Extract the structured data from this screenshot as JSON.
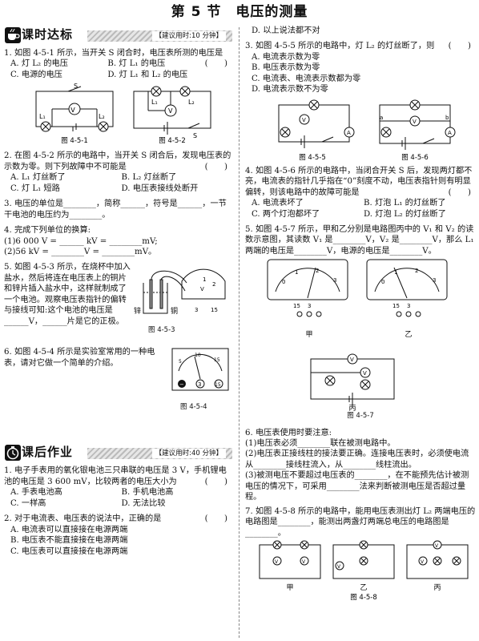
{
  "title": "第 5 节　电压的测量",
  "sec1": {
    "name": "课时达标",
    "time": "【建议用时:10 分钟】"
  },
  "sec2": {
    "name": "课后作业",
    "time": "【建议用时:40 分钟】"
  },
  "q1": {
    "stem": "1. 如图 4-5-1 所示，当开关 S 闭合时，电压表所测的电压是",
    "paren": "(　　)",
    "A": "A. 灯 L₂ 的电压",
    "B": "B. 灯 L₁ 的电压",
    "C": "C. 电源的电压",
    "D": "D. 灯 L₁ 和 L₂ 的电压",
    "fig_a": "图 4-5-1",
    "fig_b": "图 4-5-2"
  },
  "q2": {
    "stem": "2. 在图 4-5-2 所示的电路中，当开关 S 闭合后，发现电压表的示数为零。则下列故障中不可能是",
    "paren": "(　　)",
    "A": "A. L₁ 灯丝断了",
    "B": "B. L₂ 灯丝断了",
    "C": "C. 灯 L₁ 短路",
    "D": "D. 电压表接线处断开"
  },
  "q3": {
    "text": "3. 电压的单位是________，简称______，符号是______，一节干电池的电压约为________。"
  },
  "q4": {
    "stem": "4. 完成下列单位的换算:",
    "l1": "(1)6 000 V = ______ kV = ________mV;",
    "l2": "(2)56 kV = ________V = ________mV。"
  },
  "q5": {
    "text": "5. 如图 4-5-3 所示，在烧杯中加入盐水，然后将连在电压表上的铜片和锌片插入盐水中，这样就制成了一个电池。观察电压表指针的偏转与接线可知:这个电池的电压是______V，______片是它的正极。",
    "fig": "图 4-5-3",
    "zn": "锌",
    "cu": "铜"
  },
  "q6": {
    "text": "6. 如图 4-5-4 所示是实验室常用的一种电表，请对它做一个简单的介绍。",
    "fig": "图 4-5-4"
  },
  "h1": {
    "stem": "1. 电子手表用的氧化银电池三只串联的电压是 3 V，手机锂电池的电压是 3 600 mV，比较两者的电压大小为",
    "paren": "(　　)",
    "A": "A. 手表电池高",
    "B": "B. 手机电池高",
    "C": "C. 一样高",
    "D": "D. 无法比较"
  },
  "h2": {
    "stem": "2. 对于电流表、电压表的说法中，正确的是",
    "paren": "(　　)",
    "A": "A. 电流表可以直接接在电源两端",
    "B": "B. 电压表不能直接接在电源两端",
    "C": "C. 电压表可以直接接在电源两端"
  },
  "r": {
    "h2D": "D. 以上说法都不对",
    "h3stem": "3. 如图 4-5-5 所示的电路中，灯 L₂ 的灯丝断了，则",
    "h3paren": "(　　)",
    "h3A": "A. 电流表示数为零",
    "h3B": "B. 电压表示数为零",
    "h3C": "C. 电流表、电流表示数都为零",
    "h3D": "D. 电流表示数不为零",
    "fig5": "图 4-5-5",
    "fig6": "图 4-5-6",
    "h4stem": "4. 如图 4-5-6 所示的电路中，当闭合开关 S 后，发现两灯都不亮，电流表的指针几乎指在“0”刻度不动，电压表指针则有明显偏转，则该电路中的故障可能是",
    "h4paren": "(　　)",
    "h4A": "A. 电流表坏了",
    "h4B": "B. 灯泡 L₁ 的灯丝断了",
    "h4C": "C. 两个灯泡都坏了",
    "h4D": "D. 灯泡 L₂ 的灯丝断了",
    "h5text": "5. 如图 4-5-7 所示，甲和乙分别是电路图丙中的 V₁ 和 V₂ 的读数示意图，其读数 V₁ 是________V，V₂ 是________V，那么 L₁ 两端的电压是________V，电源的电压是________V。",
    "jia": "甲",
    "yi": "乙",
    "bing": "丙",
    "fig7": "图 4-5-7",
    "h6stem": "6. 电压表使用时要注意:",
    "h6l1": "(1)电压表必须________联在被测电路中。",
    "h6l2": "(2)电压表正接线柱的接法要正确。连接电压表时，必须使电流从________接线柱流入，从________线柱流出。",
    "h6l3": "(3)被测电压不要超过电压表的________，在不能预先估计被测电压的情况下，可采用________法来判断被测电压是否超过量程。",
    "h7text": "7. 如图 4-5-8 所示的电路中，能用电压表测出灯 L₂ 两端电压的电路图是________，能测出两盏灯两端总电压的电路图是________。",
    "fig8": "图 4-5-8"
  },
  "meter": {
    "t0": "0",
    "t1": "1",
    "t2": "2",
    "t3": "3",
    "t5": "5",
    "t10": "10",
    "t15": "15",
    "v": "V",
    "minus": "−",
    "p3": "3",
    "p15": "15"
  }
}
